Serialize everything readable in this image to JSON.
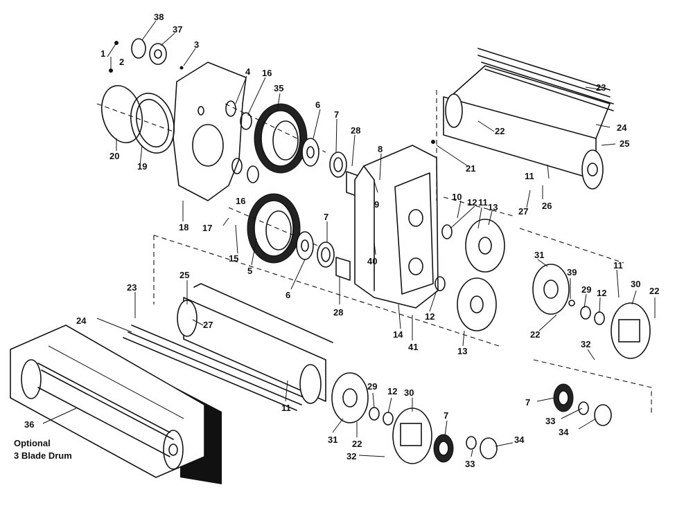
{
  "diagram": {
    "caption_line1": "Optional",
    "caption_line2": "3 Blade Drum",
    "part_labels": [
      "38",
      "37",
      "1",
      "2",
      "3",
      "4",
      "16",
      "35",
      "6",
      "7",
      "28",
      "8",
      "21",
      "23",
      "24",
      "22",
      "25",
      "20",
      "19",
      "18",
      "17",
      "15",
      "5",
      "9",
      "10",
      "12",
      "13",
      "11",
      "26",
      "27",
      "40",
      "31",
      "39",
      "29",
      "30",
      "14",
      "41",
      "32",
      "34",
      "33",
      "36"
    ]
  }
}
